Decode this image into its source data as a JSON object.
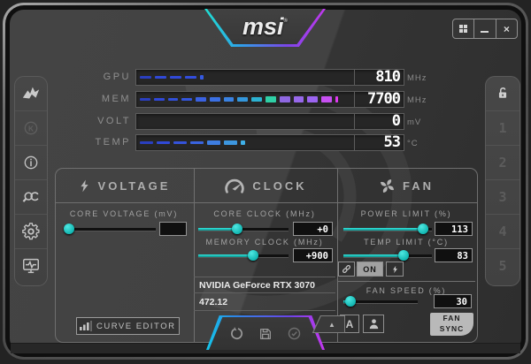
{
  "window": {
    "logo_text": "msi",
    "reg_mark": "®",
    "controls": {
      "menu_icon": "windows-logo",
      "minimize_icon": "minimize-bar",
      "close_glyph": "×"
    }
  },
  "colors": {
    "accent_cyan": "#1ed2cc",
    "accent_blue": "#3350d8",
    "accent_violet": "#9b64f0",
    "accent_magenta": "#e23af2",
    "value_text": "#ffffff",
    "label_text": "#a3a3a3",
    "panel_border": "#6f6f6f"
  },
  "gauges": [
    {
      "label": "GPU",
      "value": "810",
      "unit": "MHz",
      "span": 0.34,
      "partial_last": true,
      "segments": [
        "#2a3fc0",
        "#3049d8",
        "#3049d8",
        "#324dde",
        "#355ae2"
      ]
    },
    {
      "label": "MEM",
      "value": "7700",
      "unit": "MHz",
      "span": 0.97,
      "partial_last": true,
      "segments": [
        "#2a3fc0",
        "#3049d8",
        "#3150da",
        "#3356de",
        "#3a62e2",
        "#3b70e4",
        "#3a82e2",
        "#3397dc",
        "#2cb2d2",
        "#2fd0a6",
        "#8f68e2",
        "#9768ea",
        "#9b64f0",
        "#c750f2",
        "#e23af2"
      ]
    },
    {
      "label": "VOLT",
      "value": "0",
      "unit": "mV",
      "span": 0,
      "partial_last": false,
      "segments": []
    },
    {
      "label": "TEMP",
      "value": "53",
      "unit": "°C",
      "span": 0.54,
      "partial_last": true,
      "segments": [
        "#2a3fc0",
        "#3049d8",
        "#3553da",
        "#3a64e0",
        "#3e7ee2",
        "#3d97e0",
        "#3fb0e8"
      ]
    }
  ],
  "sidebar_left": {
    "icons": [
      "msi-dragon",
      "kombustor",
      "information",
      "oc-scanner",
      "settings",
      "hardware-monitor"
    ]
  },
  "sidebar_right": {
    "lock_icon": "profile-lock-open",
    "profiles": [
      "1",
      "2",
      "3",
      "4",
      "5"
    ]
  },
  "panels": {
    "voltage": {
      "title": "VOLTAGE",
      "icon": "lightning-bolt",
      "fields": [
        {
          "label": "CORE VOLTAGE  (mV)",
          "value": "",
          "frac": 0
        }
      ],
      "curve_editor_label": "CURVE EDITOR"
    },
    "clock": {
      "title": "CLOCK",
      "icon": "speedometer",
      "fields": [
        {
          "label": "CORE CLOCK  (MHz)",
          "value": "+0",
          "frac": 0.42
        },
        {
          "label": "MEMORY CLOCK  (MHz)",
          "value": "+900",
          "frac": 0.62
        }
      ],
      "gpu_name": "NVIDIA GeForce RTX 3070",
      "driver_version": "472.12"
    },
    "fan": {
      "title": "FAN",
      "icon": "fan-blades",
      "fields": [
        {
          "label": "POWER LIMIT  (%)",
          "value": "113",
          "frac": 0.96
        },
        {
          "label": "TEMP LIMIT  (°C)",
          "value": "83",
          "frac": 0.7
        },
        {
          "label": "FAN SPEED  (%)",
          "value": "30",
          "frac": 0.03
        }
      ],
      "link_toggle_label": "ON",
      "link_icon": "chain-link",
      "boost_icon": "lightning-bolt",
      "auto_label": "A",
      "user_icon": "user-profile",
      "fan_sync_label": "FAN SYNC"
    }
  },
  "footer": {
    "actions": [
      "reset",
      "save",
      "apply"
    ],
    "expand_glyph": "▲"
  }
}
